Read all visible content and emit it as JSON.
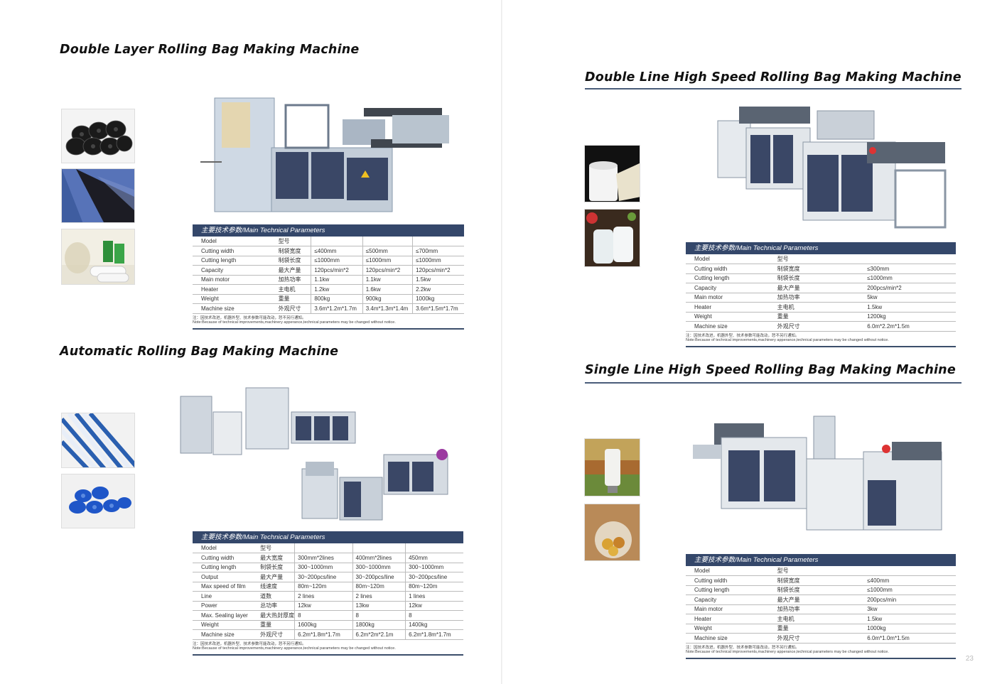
{
  "sections": {
    "double_layer": {
      "title": "Double Layer Rolling Bag Making Machine",
      "table": {
        "header": "主要技术参数/Main Technical Parameters",
        "rows": [
          [
            "Model",
            "型号",
            "",
            "",
            ""
          ],
          [
            "Cutting width",
            "制袋宽度",
            "≤400mm",
            "≤500mm",
            "≤700mm"
          ],
          [
            "Cutting length",
            "制袋长度",
            "≤1000mm",
            "≤1000mm",
            "≤1000mm"
          ],
          [
            "Capacity",
            "最大产量",
            "120pcs/min*2",
            "120pcs/min*2",
            "120pcs/min*2"
          ],
          [
            "Main motor",
            "加热功率",
            "1.1kw",
            "1.1kw",
            "1.5kw"
          ],
          [
            "Heater",
            "主电机",
            "1.2kw",
            "1.6kw",
            "2.2kw"
          ],
          [
            "Weight",
            "重量",
            "800kg",
            "900kg",
            "1000kg"
          ],
          [
            "Machine size",
            "外观尺寸",
            "3.6m*1.2m*1.7m",
            "3.4m*1.3m*1.4m",
            "3.6m*1.5m*1.7m"
          ]
        ],
        "note_cn": "注：因技术改进，机器外型、技术参数可能改动，恕不另行通知。",
        "note_en": "Note:Because of technical improvements,machinery apperance,technical parameters may be changed without notice."
      }
    },
    "automatic": {
      "title": "Automatic Rolling Bag Making Machine",
      "table": {
        "header": "主要技术参数/Main Technical Parameters",
        "rows": [
          [
            "Model",
            "型号",
            "",
            "",
            ""
          ],
          [
            "Cutting width",
            "最大宽度",
            "300mm*2lines",
            "400mm*2lines",
            "450mm"
          ],
          [
            "Cutting length",
            "制袋长度",
            "300~1000mm",
            "300~1000mm",
            "300~1000mm"
          ],
          [
            "Output",
            "最大产量",
            "30~200pcs/line",
            "30~200pcs/line",
            "30~200pcs/line"
          ],
          [
            "Max speed of film",
            "线速度",
            "80m~120m",
            "80m~120m",
            "80m~120m"
          ],
          [
            "Line",
            "道数",
            "2 lines",
            "2 lines",
            "1 lines"
          ],
          [
            "Power",
            "总功率",
            "12kw",
            "13kw",
            "12kw"
          ],
          [
            "Max. Sealing layer",
            "最大热封厚度",
            "8",
            "8",
            "8"
          ],
          [
            "Weight",
            "重量",
            "1600kg",
            "1800kg",
            "1400kg"
          ],
          [
            "Machine size",
            "外观尺寸",
            "6.2m*1.8m*1.7m",
            "6.2m*2m*2.1m",
            "6.2m*1.8m*1.7m"
          ]
        ],
        "note_cn": "注：因技术改进，机器外型、技术参数可能改动，恕不另行通知。",
        "note_en": "Note:Because of technical improvements,machinery apperance,technical parameters may be changed without notice."
      }
    },
    "double_line": {
      "title": "Double Line High Speed Rolling Bag Making Machine",
      "table": {
        "header": "主要技术参数/Main Technical Parameters",
        "rows": [
          [
            "Model",
            "型号",
            ""
          ],
          [
            "Cutting width",
            "制袋宽度",
            "≤300mm"
          ],
          [
            "Cutting length",
            "制袋长度",
            "≤1000mm"
          ],
          [
            "Capacity",
            "最大产量",
            "200pcs/min*2"
          ],
          [
            "Main motor",
            "加热功率",
            "5kw"
          ],
          [
            "Heater",
            "主电机",
            "1.5kw"
          ],
          [
            "Weight",
            "重量",
            "1200kg"
          ],
          [
            "Machine size",
            "外观尺寸",
            "6.0m*2.2m*1.5m"
          ]
        ],
        "note_cn": "注：因技术改进，机器外型、技术参数可能改动，恕不另行通知。",
        "note_en": "Note:Because of technical improvements,machinery apperance,technical parameters may be changed without notice."
      }
    },
    "single_line": {
      "title": "Single Line High Speed Rolling Bag Making Machine",
      "table": {
        "header": "主要技术参数/Main Technical Parameters",
        "rows": [
          [
            "Model",
            "型号",
            ""
          ],
          [
            "Cutting width",
            "制袋宽度",
            "≤400mm"
          ],
          [
            "Cutting length",
            "制袋长度",
            "≤1000mm"
          ],
          [
            "Capacity",
            "最大产量",
            "200pcs/min"
          ],
          [
            "Main motor",
            "加热功率",
            "3kw"
          ],
          [
            "Heater",
            "主电机",
            "1.5kw"
          ],
          [
            "Weight",
            "重量",
            "1000kg"
          ],
          [
            "Machine size",
            "外观尺寸",
            "6.0m*1.0m*1.5m"
          ]
        ],
        "note_cn": "注：因技术改进，机器外型、技术参数可能改动，恕不另行通知。",
        "note_en": "Note:Because of technical improvements,machinery apperance,technical parameters may be changed without notice."
      }
    }
  },
  "page_number": "23",
  "colors": {
    "table_header": "#34476a",
    "machine_panel": "#3a4766",
    "machine_frame": "#c9d3de"
  }
}
